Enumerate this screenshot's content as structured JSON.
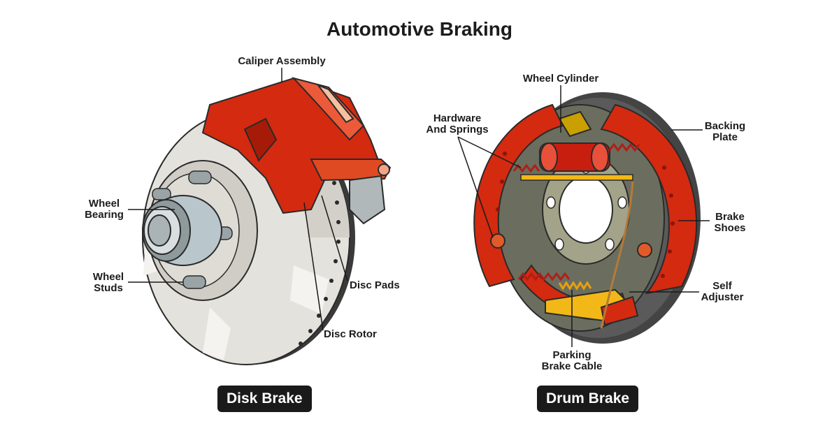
{
  "title": "Automotive Braking",
  "disk": {
    "name": "Disk Brake",
    "labels": {
      "caliper": "Caliper Assembly",
      "bearing": "Wheel\nBearing",
      "studs": "Wheel\nStuds",
      "pads": "Disc Pads",
      "rotor": "Disc Rotor"
    }
  },
  "drum": {
    "name": "Drum Brake",
    "labels": {
      "cylinder": "Wheel Cylinder",
      "hardware": "Hardware\nAnd Springs",
      "backing": "Backing\nPlate",
      "shoes": "Brake\nShoes",
      "adjuster": "Self\nAdjuster",
      "cable": "Parking\nBrake Cable"
    }
  },
  "colors": {
    "caliper_red": "#d42a10",
    "rotor_grey": "#e4e2dc",
    "hub_steel": "#b9c7cc",
    "drum_dark": "#4a4a4a",
    "shoe_red": "#d42a10",
    "spring_red": "#c0201a",
    "adjuster_yellow": "#f2b818",
    "badge_bg": "#1a1a1a"
  }
}
